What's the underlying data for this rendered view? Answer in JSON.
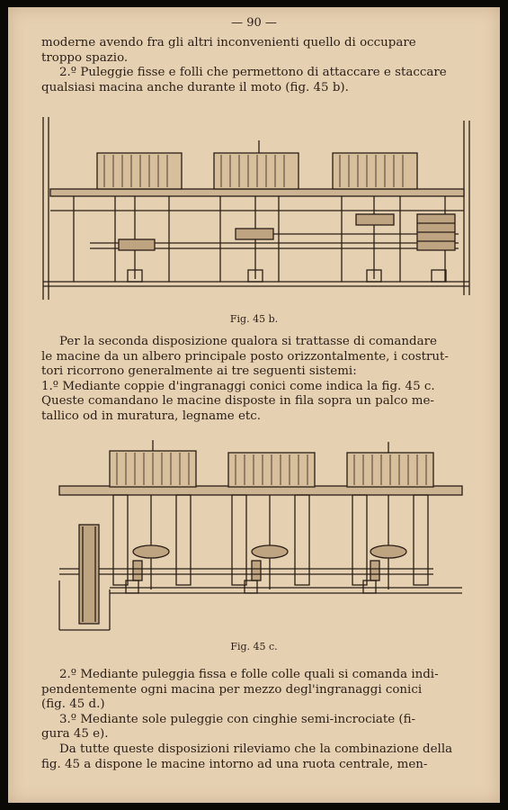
{
  "page_number": "— 90 —",
  "para_top": [
    "moderne avendo fra gli altri inconvenienti quello di occupare",
    "troppo spazio.",
    "2.º Puleggie fisse e folli che permettono di attaccare e staccare",
    "qualsiasi macina anche durante il moto (fig. 45 b)."
  ],
  "fig_b": {
    "caption": "Fig. 45 b."
  },
  "para_mid": [
    "Per la seconda disposizione qualora si trattasse di comandare",
    "le macine da un albero principale posto orizzontalmente, i costrut-",
    "tori ricorrono generalmente ai tre seguenti sistemi:",
    "1.º Mediante coppie d'ingranaggi conici come indica la fig. 45 c.",
    "Queste comandano le macine disposte in fila sopra un palco me-",
    "tallico od in muratura, legname etc."
  ],
  "fig_c": {
    "caption": "Fig. 45 c."
  },
  "para_bottom": [
    "2.º Mediante puleggia fissa e folle colle quali si comanda indi-",
    "pendentemente ogni macina per mezzo degl'ingranaggi conici",
    "(fig. 45 d.)",
    "3.º Mediante sole puleggie con cinghie semi-incrociate (fi-",
    "gura 45 e).",
    "Da tutte queste disposizioni rileviamo che la combinazione della",
    "fig. 45 a dispone le macine intorno ad una ruota centrale, men-"
  ]
}
